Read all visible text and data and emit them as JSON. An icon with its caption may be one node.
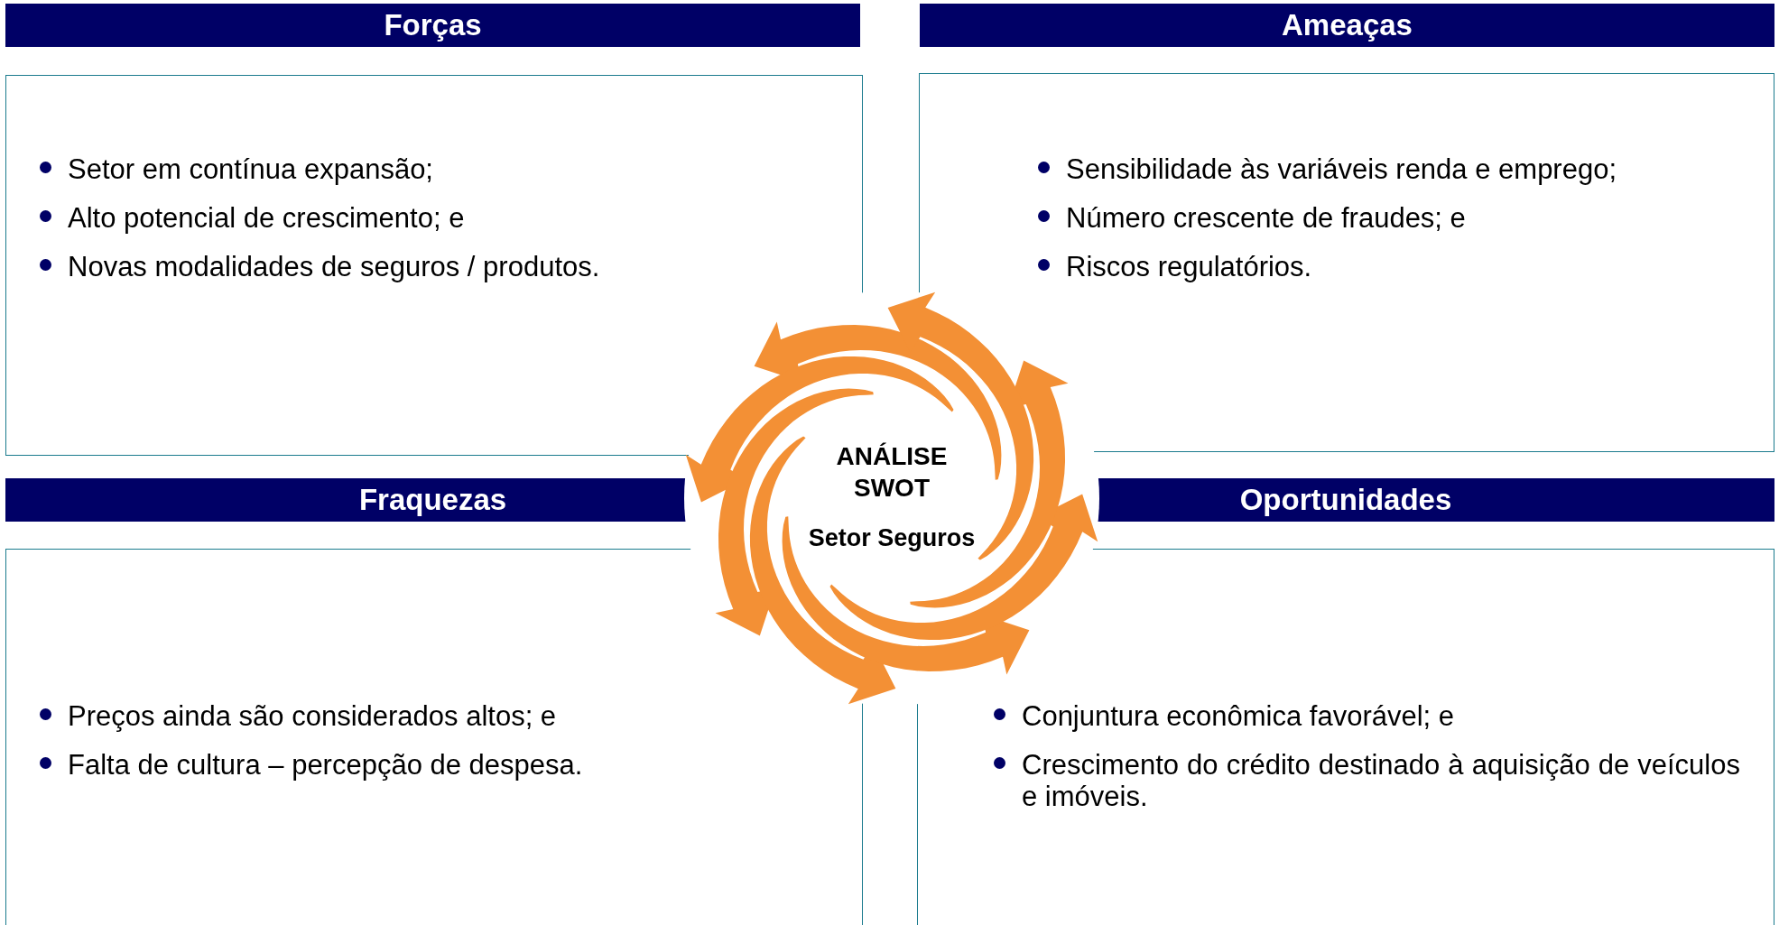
{
  "diagram": {
    "nodes": [
      {
        "text": [
          "Forças",
          "Setor em contínua expansão;",
          "Alto potencial de crescimento; e",
          "Novas modalidades de seguros / produtos."
        ]
      },
      {
        "text": [
          "Ameaças",
          "Sensibilidade às variáveis renda e emprego;",
          "Número crescente de fraudes; e",
          "Riscos regulatórios."
        ]
      },
      {
        "text": [
          "Fraquezas",
          "Preços ainda são considerados altos; e",
          "Falta de cultura – percepção de despesa."
        ]
      },
      {
        "text": [
          "Oportunidades",
          "Conjuntura econômica favorável; e",
          "Crescimento do crédito destinado à aquisição de veículos e imóveis."
        ]
      },
      {
        "text": [
          "ANÁLISE SWOT",
          "Setor Seguros"
        ]
      }
    ]
  }
}
